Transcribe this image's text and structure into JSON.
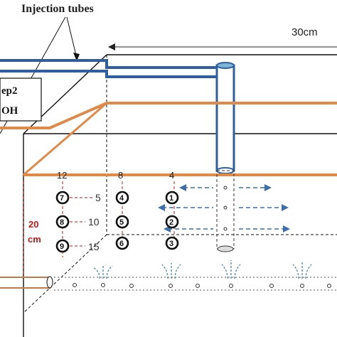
{
  "title": "Injection tubes",
  "box_width_label": "30cm",
  "left_labels": {
    "line1": "ep2",
    "line2": "OH"
  },
  "depth_label": {
    "value": "20",
    "unit": "cm"
  },
  "column_distances": [
    "12",
    "8",
    "4"
  ],
  "depth_ticks": [
    "5",
    "10",
    "15"
  ],
  "sampling_points": {
    "right_column": [
      "1",
      "2",
      "3"
    ],
    "middle_column": [
      "4",
      "5",
      "6"
    ],
    "left_column": [
      "7",
      "8",
      "9"
    ]
  },
  "colors": {
    "blue_tube": "#2f5f9e",
    "blue_tube_light": "#7fb4d6",
    "orange_tube": "#e08a4a",
    "box_line": "#111111",
    "depth_label": "#c01818",
    "arrow_blue": "#3f6fa8",
    "flow_teal": "#5a8ea6"
  }
}
